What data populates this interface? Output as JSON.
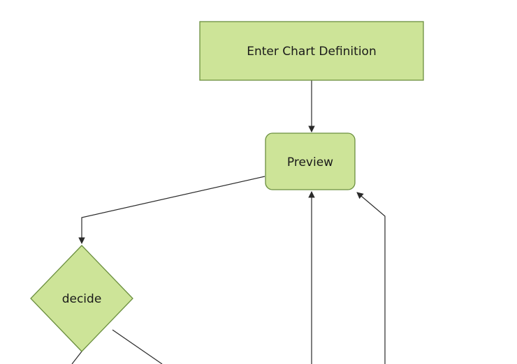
{
  "diagram": {
    "title": "flowchart",
    "nodes": {
      "enter_chart_definition": {
        "label": "Enter Chart Definition",
        "type": "rectangle"
      },
      "preview": {
        "label": "Preview",
        "type": "rounded-rectangle"
      },
      "decide": {
        "label": "decide",
        "type": "diamond"
      }
    },
    "edges": [
      {
        "from": "enter_chart_definition",
        "to": "preview",
        "arrow": true
      },
      {
        "from": "preview",
        "to": "decide",
        "arrow": true
      },
      {
        "from": "offscreen-bottom-1",
        "to": "preview",
        "arrow": true
      },
      {
        "from": "offscreen-bottom-2",
        "to": "preview",
        "arrow": true
      },
      {
        "from": "decide",
        "to": "offscreen-bottom-left",
        "arrow": false
      },
      {
        "from": "decide",
        "to": "offscreen-bottom-right",
        "arrow": false
      }
    ],
    "colors": {
      "node_fill": "#cde498",
      "node_stroke": "#6b8f3f",
      "edge_color": "#2a2a2a",
      "text_color": "#1a1a1a",
      "background": "#ffffff"
    }
  }
}
